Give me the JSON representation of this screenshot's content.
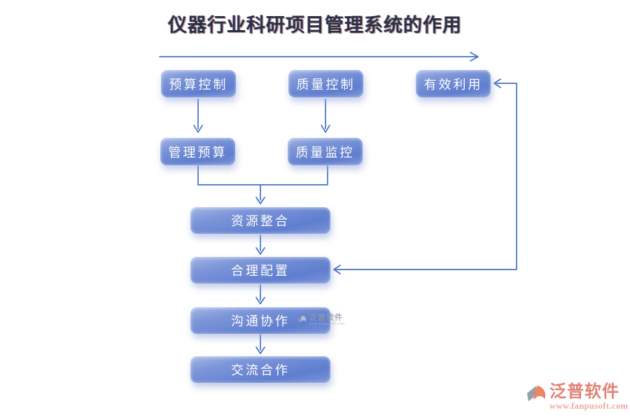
{
  "title": {
    "text": "仪器行业科研项目管理系统的作用"
  },
  "nodes": {
    "budget_control": {
      "label": "预算控制"
    },
    "quality_control": {
      "label": "质量控制"
    },
    "effective_use": {
      "label": "有效利用"
    },
    "manage_budget": {
      "label": "管理预算"
    },
    "quality_monitor": {
      "label": "质量监控"
    },
    "resource_integration": {
      "label": "资源整合"
    },
    "reasonable_allocation": {
      "label": "合理配置"
    },
    "communication_collab": {
      "label": "沟通协作"
    },
    "exchange_cooperation": {
      "label": "交流合作"
    }
  },
  "connections": [
    {
      "from": "timeline-start",
      "to": "timeline-end",
      "type": "top-horizontal-arrow"
    },
    {
      "from": "budget_control",
      "to": "manage_budget"
    },
    {
      "from": "quality_control",
      "to": "quality_monitor"
    },
    {
      "from": "manage_budget+quality_monitor",
      "to": "resource_integration",
      "type": "merge-bracket"
    },
    {
      "from": "resource_integration",
      "to": "reasonable_allocation"
    },
    {
      "from": "reasonable_allocation",
      "to": "communication_collab"
    },
    {
      "from": "communication_collab",
      "to": "exchange_cooperation"
    },
    {
      "from": "right-loop",
      "to": "effective_use+reasonable_allocation",
      "type": "double-headed-feedback"
    }
  ],
  "watermark": {
    "brand": "泛普软件",
    "url": "www.fanpusoft.com"
  },
  "footer_logo": {
    "brand": "泛普软件",
    "url": "www.fanpusoft.com"
  },
  "colors": {
    "connector_blue": "#4472C4",
    "box_blue_light": "#A3B6E4",
    "box_blue_dark": "#5F7ECF",
    "box_text": "#FFFFFF",
    "title_text": "#2B3145",
    "brand_red": "#E08276",
    "brand_url": "#ECAB9F",
    "brand_gray": "#98A0AA",
    "brand_orange": "#E6714B",
    "watermark_gray": "#8F9AAE",
    "background": "#FFFFFF"
  }
}
